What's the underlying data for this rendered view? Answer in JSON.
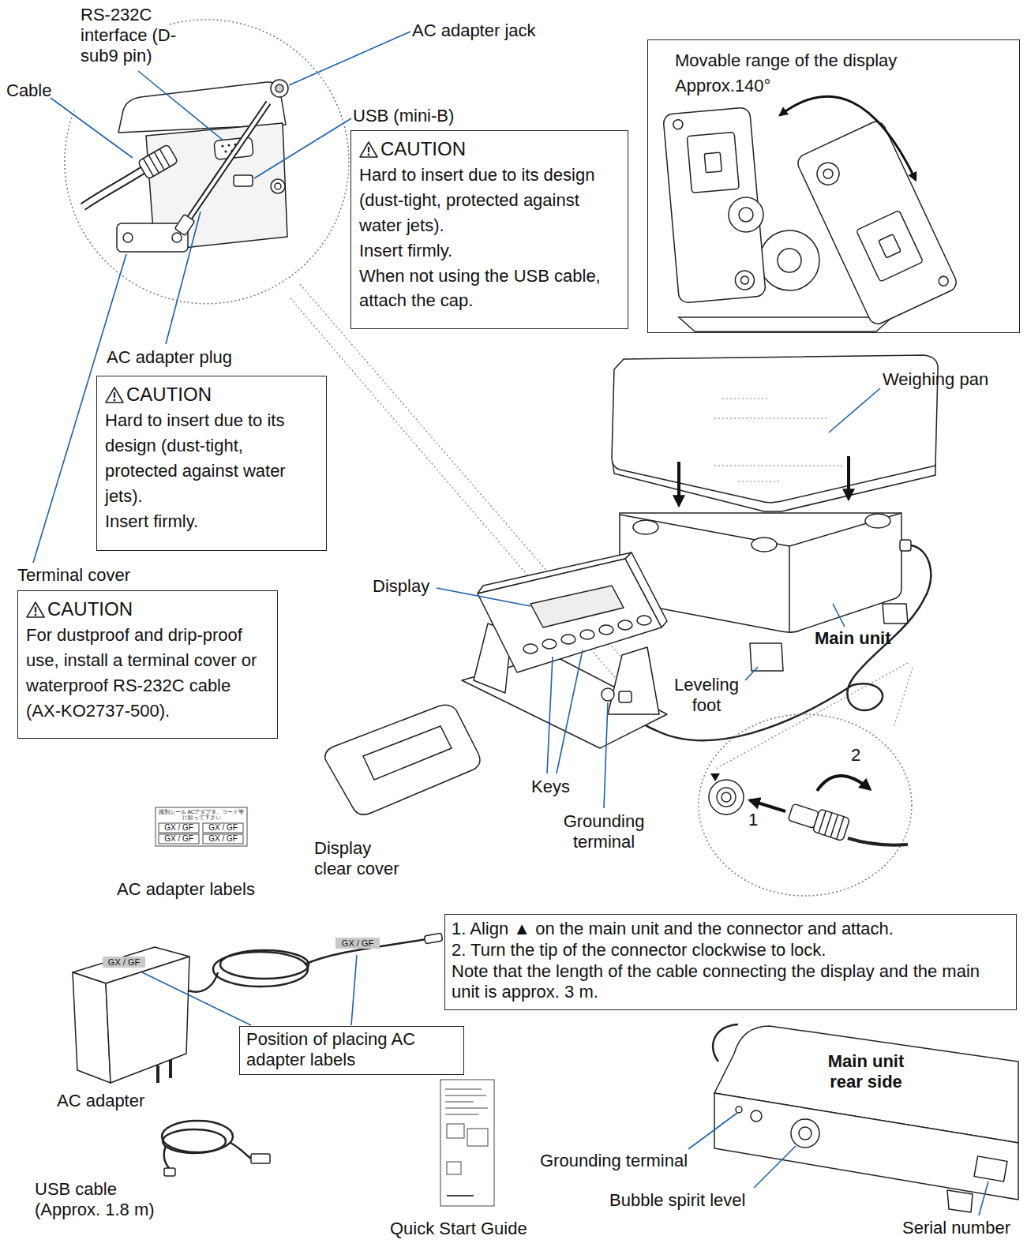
{
  "diagram": {
    "nodes": [
      {
        "text": [
          "CAUTION",
          "Hard to insert due to its design (dust-tight, protected against water jets).",
          "Insert firmly.",
          "When not using the USB cable, attach the cap."
        ]
      },
      {
        "text": [
          "Movable range of the display Approx.140°"
        ]
      },
      {
        "text": [
          "CAUTION",
          "Hard to insert due to its design (dust-tight, protected against water jets).",
          "Insert firmly."
        ]
      },
      {
        "text": [
          "CAUTION",
          "For dustproof and drip-proof use, install a terminal cover or waterproof RS-232C cable (AX-KO2737-500)."
        ]
      },
      {
        "text": [
          "1. Align ▲ on the main unit and the connector and attach.",
          "2. Turn the tip of the connector clockwise to lock.",
          "Note that the length of the cable connecting the display and the main unit is approx. 3 m."
        ]
      },
      {
        "text": [
          "Position of placing AC adapter labels"
        ]
      }
    ],
    "labels": [
      "RS-232C interface (D-sub9 pin)",
      "AC adapter jack",
      "Cable",
      "USB (mini-B)",
      "AC adapter plug",
      "Terminal cover",
      "Weighing pan",
      "Display",
      "Main unit",
      "Leveling foot",
      "Keys",
      "Grounding terminal",
      "Display clear cover",
      "1",
      "2",
      "識別シール ACアダプタ、コード等に貼って下さい",
      "GX / GF",
      "GX / GF",
      "GX / GF",
      "GX / GF",
      "AC adapter labels",
      "GX / GF",
      "GX / GF",
      "AC adapter",
      "USB cable (Approx. 1.8 m)",
      "Quick Start Guide",
      "Main unit rear side",
      "Grounding terminal",
      "Bubble spirit level",
      "Serial number"
    ]
  }
}
